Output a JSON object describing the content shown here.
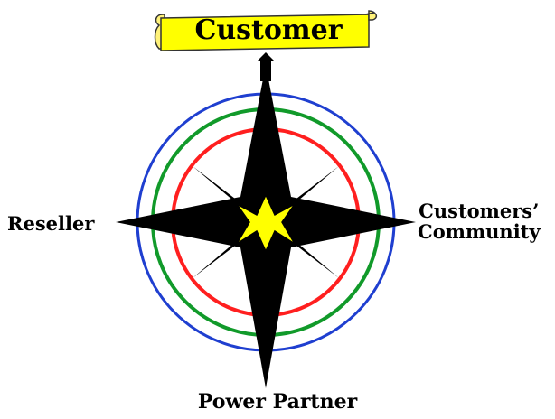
{
  "diagram": {
    "top_banner_label": "Customer",
    "left_label": "Reseller",
    "right_label_line1": "Customers’",
    "right_label_line2": "Community",
    "bottom_label": "Power Partner"
  },
  "colors": {
    "banner_fill": "#ffff00",
    "outer_ring": "#1f3fd0",
    "middle_ring": "#119a2a",
    "inner_ring": "#ff1f1f",
    "star": "#000000",
    "center_star": "#ffff00"
  }
}
